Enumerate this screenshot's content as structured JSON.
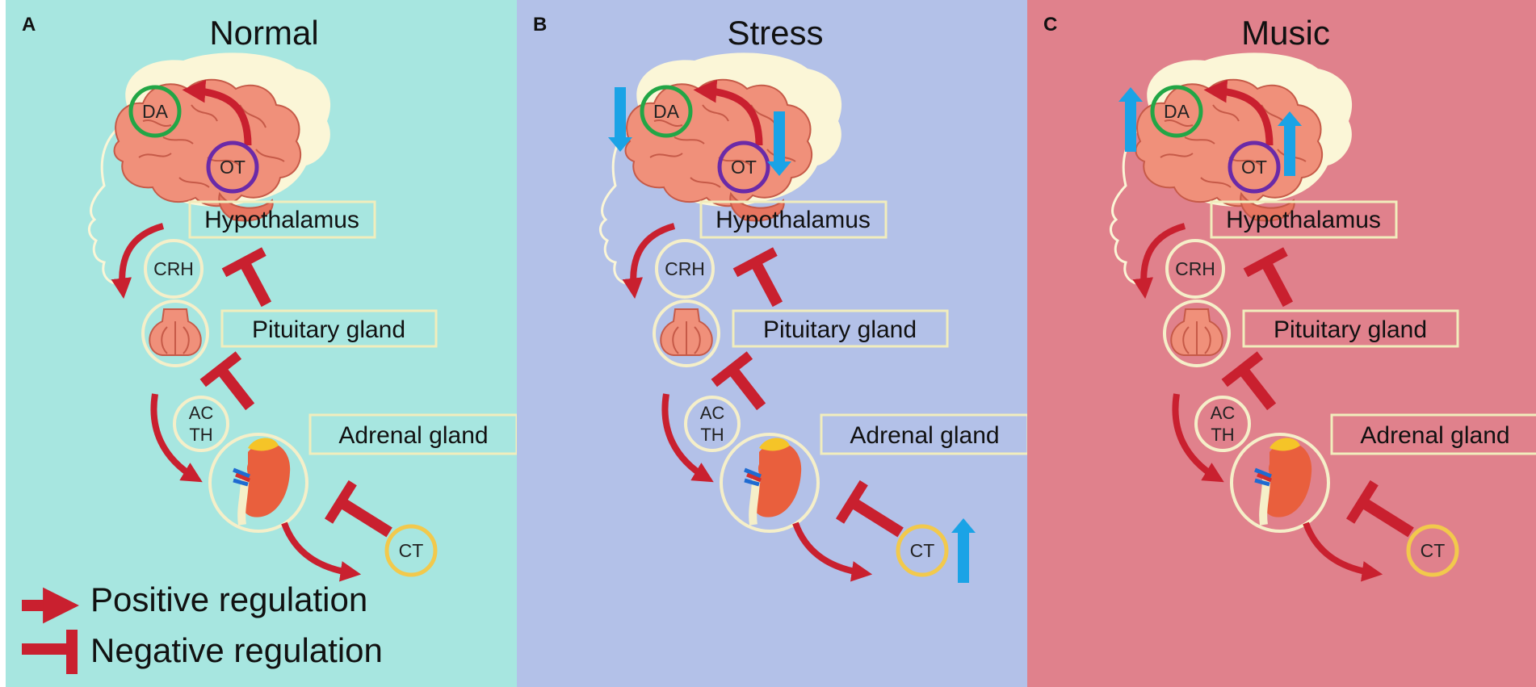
{
  "panels": [
    {
      "letter": "A",
      "title": "Normal",
      "background": "#a7e6e0",
      "brain_labels": {
        "dopamine": "DA",
        "oxytocin": "OT"
      },
      "hormone_labels": {
        "crh": "CRH",
        "acth_line1": "AC",
        "acth_line2": "TH",
        "cortisol": "CT"
      },
      "organ_labels": {
        "hypothalamus": "Hypothalamus",
        "pituitary": "Pituitary gland",
        "adrenal": "Adrenal gland"
      },
      "indicators": []
    },
    {
      "letter": "B",
      "title": "Stress",
      "background": "#b3c1e8",
      "brain_labels": {
        "dopamine": "DA",
        "oxytocin": "OT"
      },
      "hormone_labels": {
        "crh": "CRH",
        "acth_line1": "AC",
        "acth_line2": "TH",
        "cortisol": "CT"
      },
      "organ_labels": {
        "hypothalamus": "Hypothalamus",
        "pituitary": "Pituitary gland",
        "adrenal": "Adrenal gland"
      },
      "indicators": [
        {
          "target": "dopamine",
          "direction": "down"
        },
        {
          "target": "oxytocin",
          "direction": "down"
        },
        {
          "target": "cortisol",
          "direction": "up"
        }
      ]
    },
    {
      "letter": "C",
      "title": "Music",
      "background": "#e0818c",
      "brain_labels": {
        "dopamine": "DA",
        "oxytocin": "OT"
      },
      "hormone_labels": {
        "crh": "CRH",
        "acth_line1": "AC",
        "acth_line2": "TH",
        "cortisol": "CT"
      },
      "organ_labels": {
        "hypothalamus": "Hypothalamus",
        "pituitary": "Pituitary gland",
        "adrenal": "Adrenal gland"
      },
      "indicators": [
        {
          "target": "dopamine",
          "direction": "up"
        },
        {
          "target": "oxytocin",
          "direction": "up"
        }
      ]
    }
  ],
  "legend": {
    "positive": "Positive regulation",
    "negative": "Negative regulation"
  },
  "colors": {
    "regulation": "#c9202f",
    "indicator_arrow": "#1aa3e6",
    "dopamine_ring": "#22a646",
    "oxytocin_ring": "#6a2aa8",
    "cortisol_ring": "#f2c94c",
    "label_box_border": "#f1edbd",
    "hormone_ring": "#f5efc9",
    "head_silhouette": "#fbf6d7",
    "brain": "#f0907a",
    "brain_outline": "#c65a48"
  }
}
